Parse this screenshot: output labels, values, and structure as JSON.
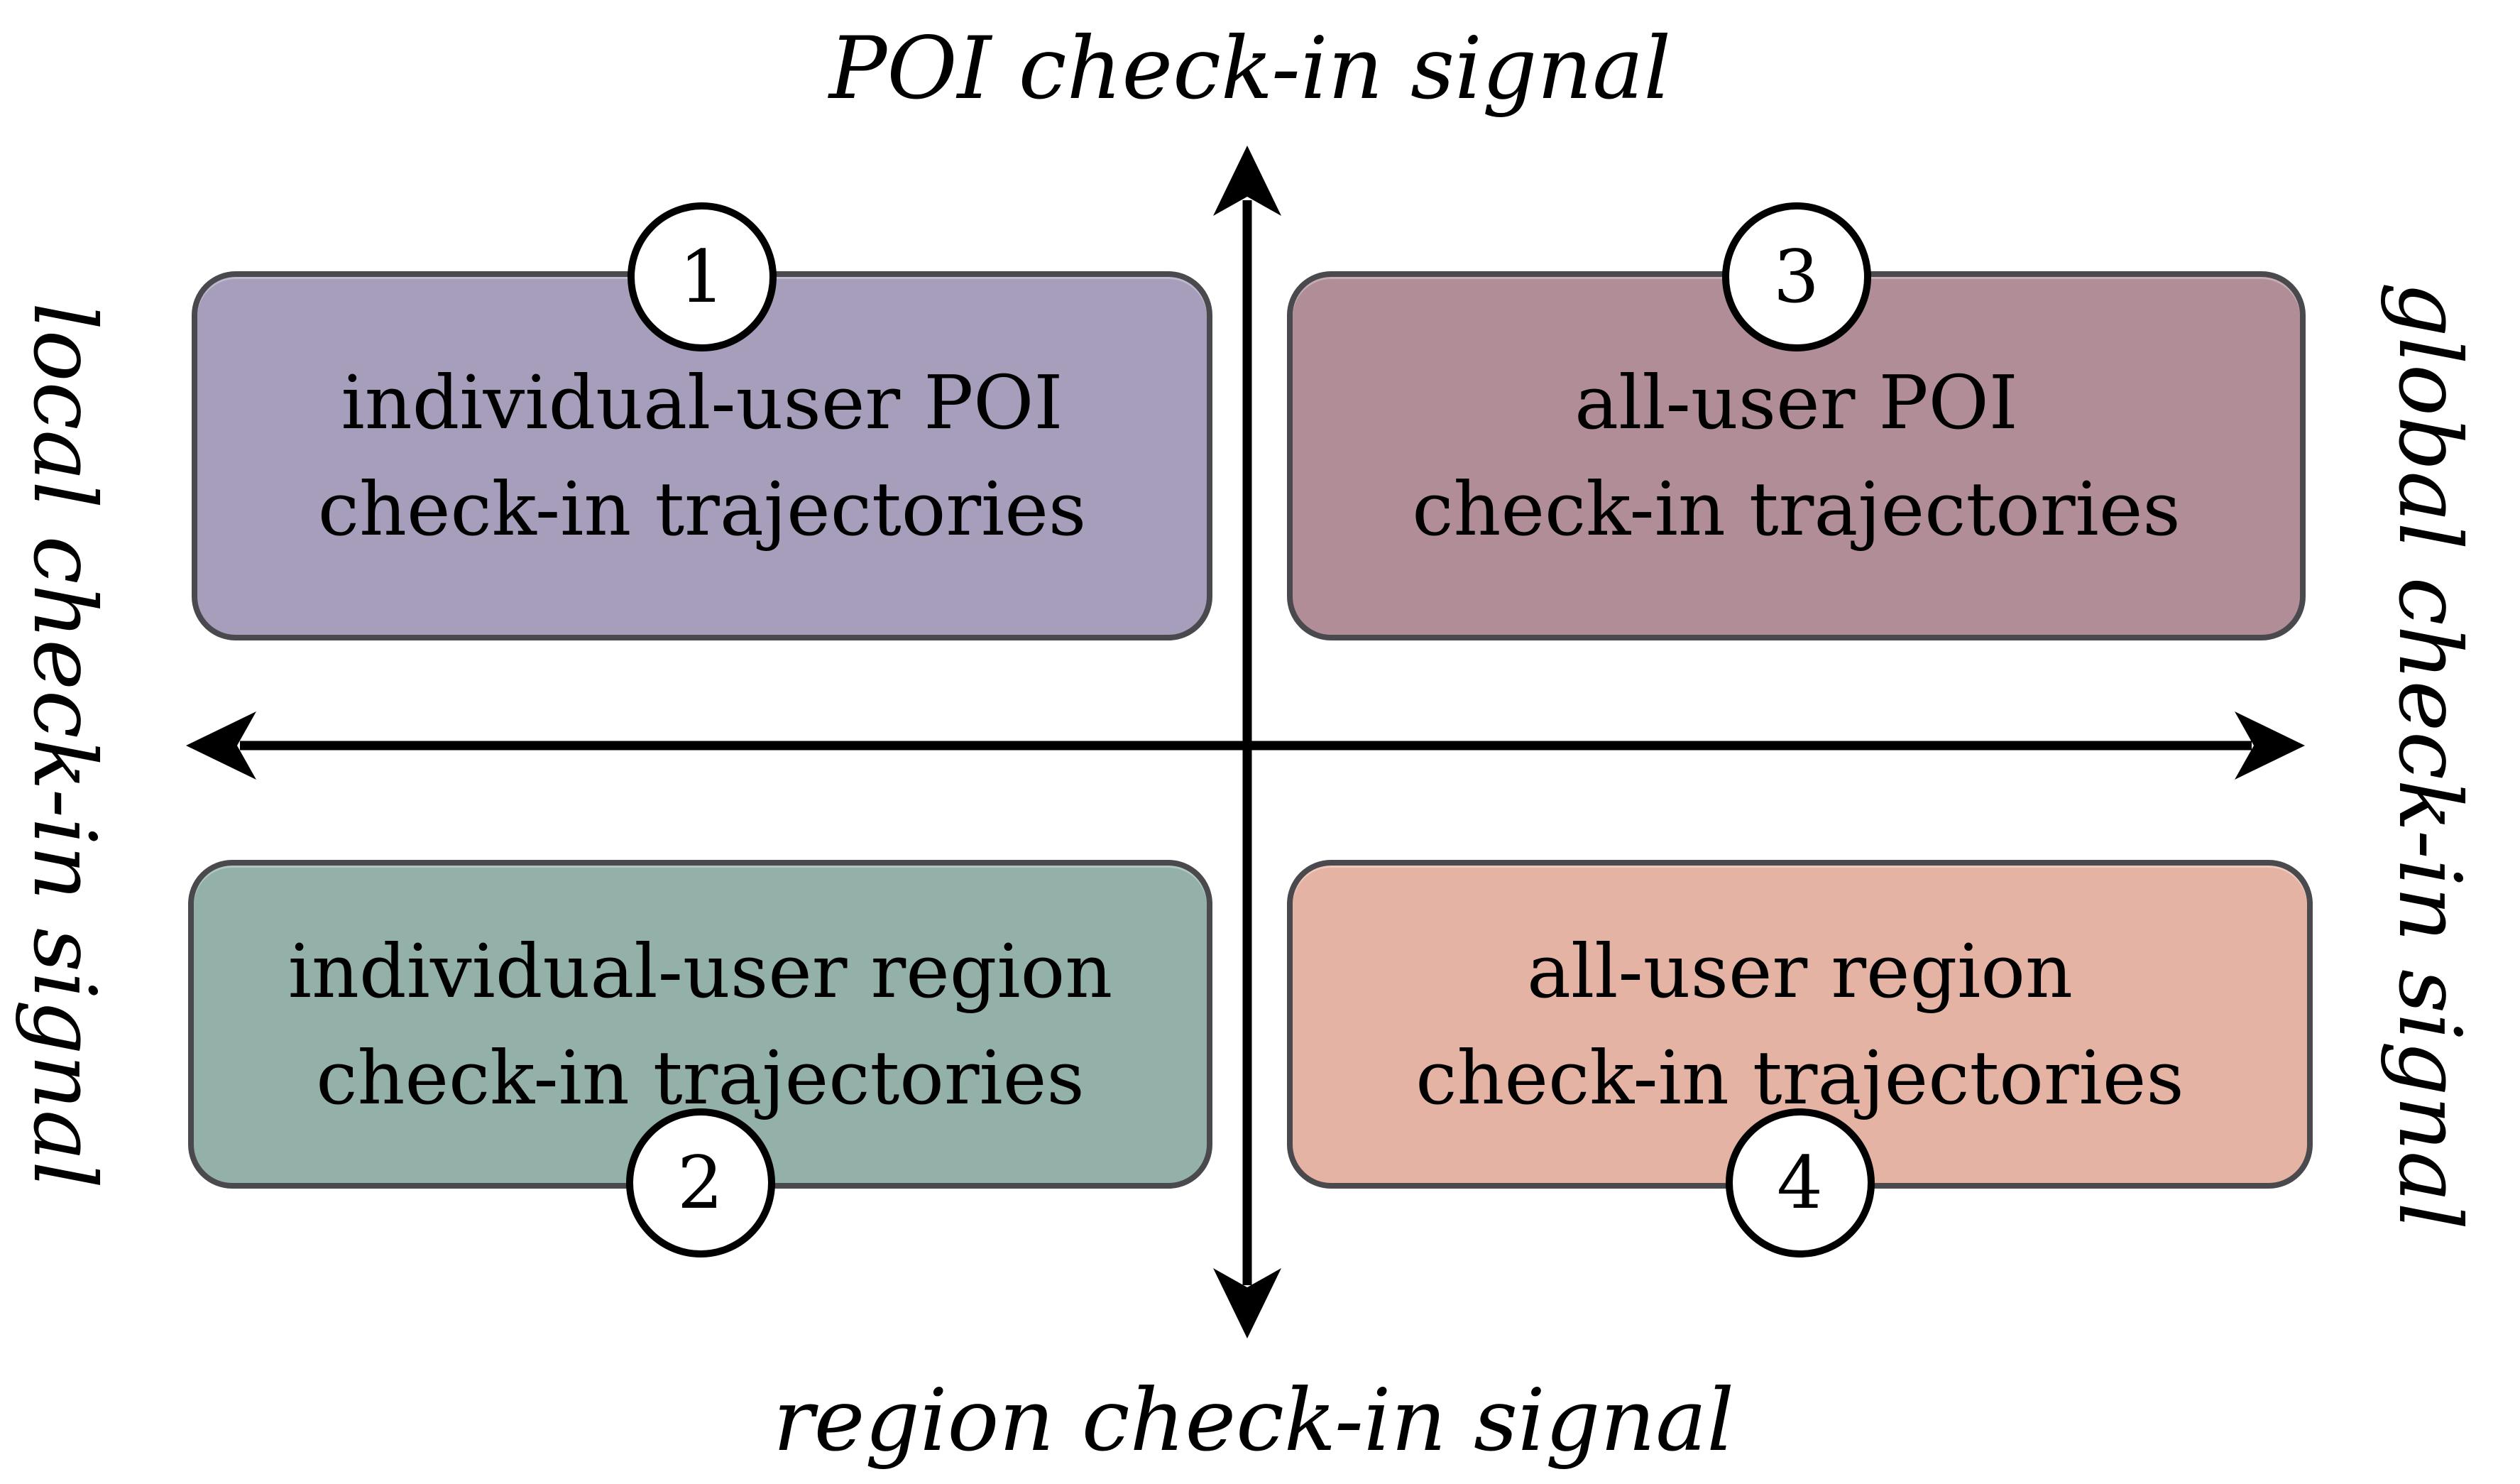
{
  "figure": {
    "axis_labels": {
      "top": "POI check-in signal",
      "bottom": "region check-in signal",
      "left": "local check-in signal",
      "right": "global check-in signal"
    },
    "quadrants": [
      {
        "number": "1",
        "position": "top-left",
        "line1": "individual-user POI",
        "line2": "check-in trajectories",
        "color": "#a69ebb"
      },
      {
        "number": "2",
        "position": "bottom-left",
        "line1": "individual-user region",
        "line2": "check-in trajectories",
        "color": "#93b1a9"
      },
      {
        "number": "3",
        "position": "top-right",
        "line1": "all-user POI",
        "line2": "check-in trajectories",
        "color": "#b18e97"
      },
      {
        "number": "4",
        "position": "bottom-right",
        "line1": "all-user region",
        "line2": "check-in trajectories",
        "color": "#e5b3a4"
      }
    ],
    "colors": {
      "background": "#ffffff",
      "axis": "#000000",
      "text": "#000000",
      "box_border": "#4a4a4e",
      "badge_fill": "#ffffff",
      "badge_stroke": "#000000"
    }
  }
}
